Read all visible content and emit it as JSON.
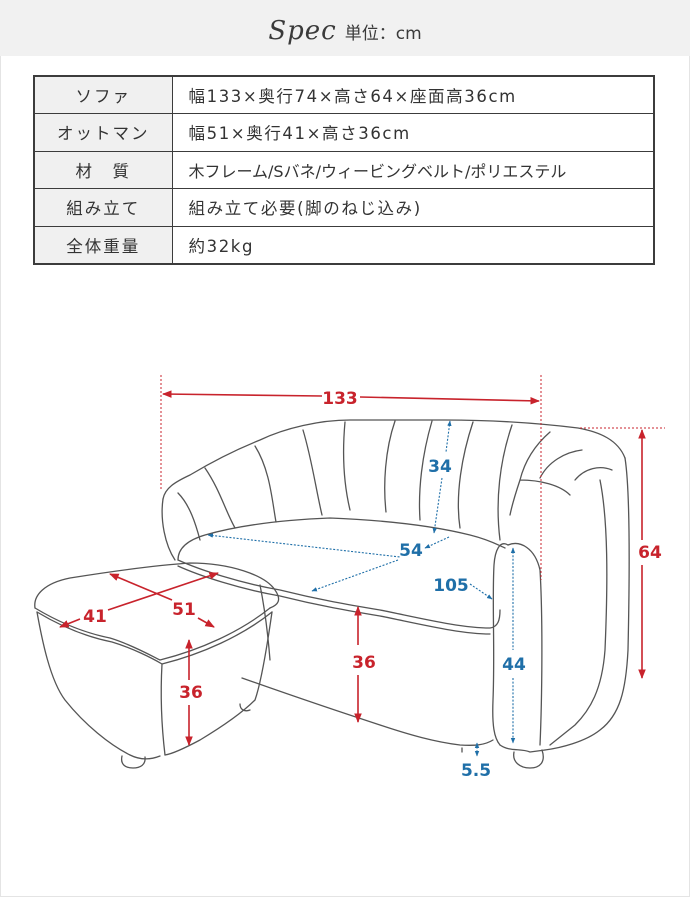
{
  "header": {
    "title": "Spec",
    "unit": "単位：cm"
  },
  "spec_table": {
    "rows": [
      {
        "label": "ソファ",
        "value": "幅133×奥行74×高さ64×座面高36cm"
      },
      {
        "label": "オットマン",
        "value": "幅51×奥行41×高さ36cm"
      },
      {
        "label": "材　質",
        "value": "木フレーム/Sバネ/ウィービングベルト/ポリエステル"
      },
      {
        "label": "組み立て",
        "value": "組み立て必要(脚のねじ込み)"
      },
      {
        "label": "全体重量",
        "value": "約32kg"
      }
    ]
  },
  "diagram": {
    "colors": {
      "outer_dimension": "#c8232c",
      "inner_dimension": "#1f6fa8",
      "outline": "#555555"
    },
    "sofa": {
      "width": "133",
      "height": "64",
      "back_height": "34",
      "seat_depth": "54",
      "seat_width": "105",
      "seat_height": "36",
      "arm_height": "44",
      "leg_clearance": "5.5"
    },
    "ottoman": {
      "width": "51",
      "depth": "41",
      "height": "36"
    }
  }
}
